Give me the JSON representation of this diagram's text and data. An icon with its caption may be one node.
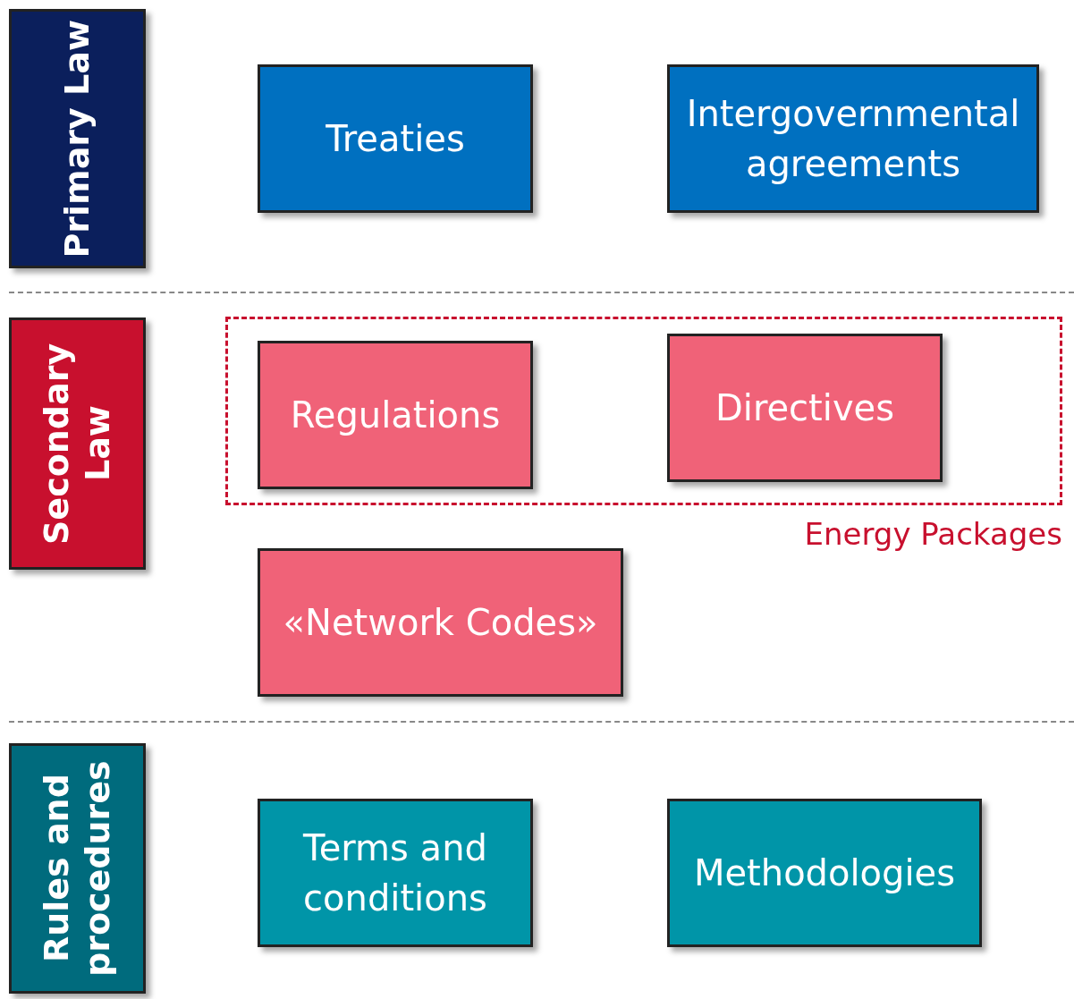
{
  "diagram": {
    "nodes": [
      {
        "text": [
          "Primary Law"
        ]
      },
      {
        "text": [
          "Treaties"
        ]
      },
      {
        "text": [
          "Intergovernmental agreements"
        ]
      },
      {
        "text": [
          "Secondary Law"
        ]
      },
      {
        "text": [
          "Energy Packages"
        ]
      },
      {
        "text": [
          "Regulations"
        ],
        "in": 4
      },
      {
        "text": [
          "Directives"
        ],
        "in": 4
      },
      {
        "text": [
          "«Network Codes»"
        ]
      },
      {
        "text": [
          "Rules and procedures"
        ]
      },
      {
        "text": [
          "Terms and conditions"
        ]
      },
      {
        "text": [
          "Methodologies"
        ]
      }
    ]
  }
}
